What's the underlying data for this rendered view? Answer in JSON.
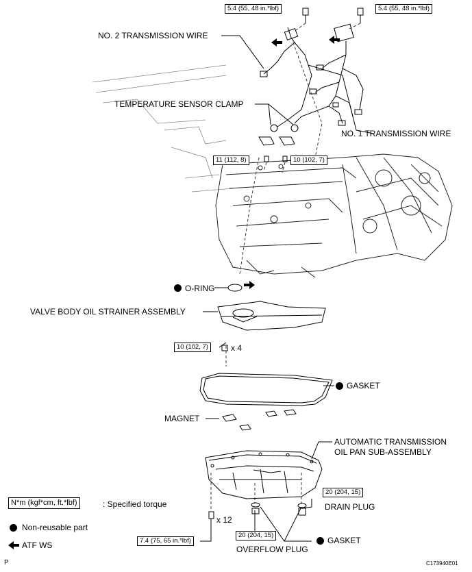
{
  "labels": {
    "no2_wire": "NO. 2 TRANSMISSION WIRE",
    "temp_clamp": "TEMPERATURE SENSOR CLAMP",
    "no1_wire": "NO. 1 TRANSMISSION WIRE",
    "o_ring": "O-RING",
    "strainer": "VALVE BODY OIL STRAINER ASSEMBLY",
    "gasket_top": "GASKET",
    "magnet": "MAGNET",
    "oil_pan_line1": "AUTOMATIC TRANSMISSION",
    "oil_pan_line2": "OIL PAN SUB-ASSEMBLY",
    "drain_plug": "DRAIN PLUG",
    "gasket_bottom": "GASKET",
    "overflow_plug": "OVERFLOW PLUG"
  },
  "torques": {
    "t1": "5.4 (55, 48 in.*lbf)",
    "t2": "5.4 (55, 48 in.*lbf)",
    "t3": "11 (112, 8)",
    "t4": "10 (102, 7)",
    "t5": "10 (102, 7)",
    "t6": "20 (204, 15)",
    "t7": "20 (204, 15)",
    "t8": "7.4 (75, 65 in.*lbf)"
  },
  "quantities": {
    "strainer_bolts": "x 4",
    "pan_bolts": "x 12"
  },
  "legend": {
    "torque_box": "N*m (kgf*cm, ft.*lbf)",
    "torque_text": ": Specified torque",
    "nonreusable": "Non-reusable part",
    "atf": "ATF WS"
  },
  "footer": {
    "left": "P",
    "right": "C173940E01"
  }
}
